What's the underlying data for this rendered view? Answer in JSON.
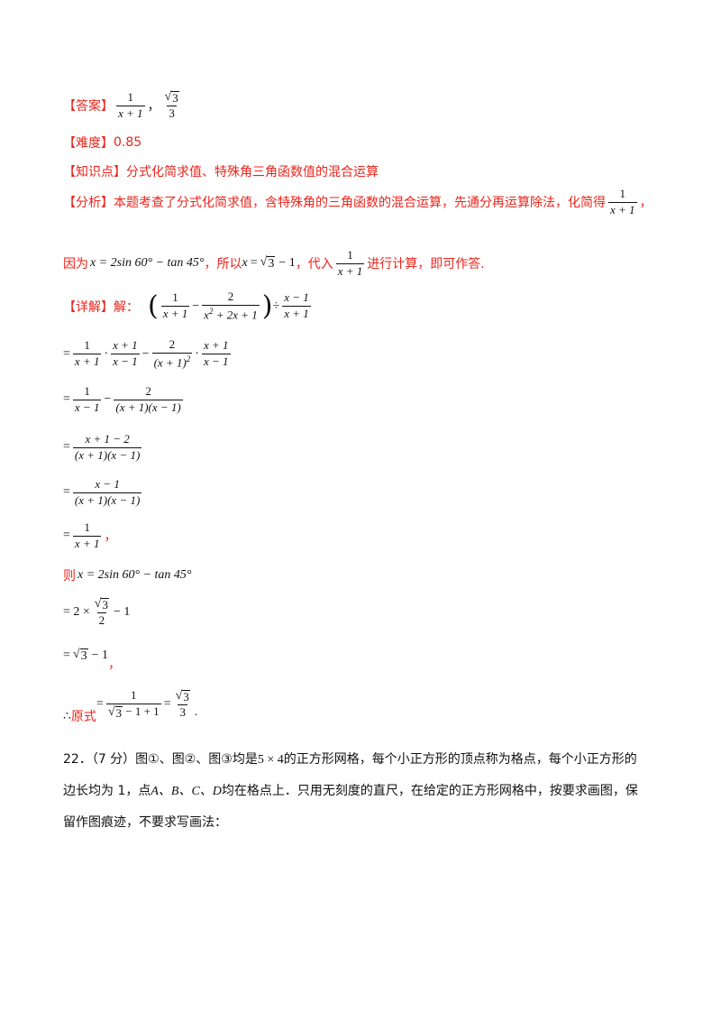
{
  "answer": {
    "label": "【答案】",
    "frac1": {
      "num": "1",
      "den": "x + 1"
    },
    "sep": "，",
    "frac2": {
      "num_root": "3",
      "den": "3"
    }
  },
  "difficulty": {
    "label": "【难度】",
    "value": "0.85"
  },
  "knowledge": {
    "label": "【知识点】",
    "value": "分式化简求值、特殊角三角函数值的混合运算"
  },
  "analysis": {
    "label": "【分析】",
    "text1": "本题考查了分式化简求值，含特殊角的三角函数的混合运算，先通分再运算除法，化简得",
    "frac": {
      "num": "1",
      "den": "x + 1"
    },
    "text1_end": "，",
    "text2a": "因为",
    "expr_x": "x = 2sin 60° − tan 45°",
    "text2b": "，所以",
    "x_var": "x",
    "eq": "=",
    "root": "3",
    "minus_one": "− 1",
    "text2c": "，代入",
    "frac2": {
      "num": "1",
      "den": "x + 1"
    },
    "text2d": "进行计算，即可作答."
  },
  "detail": {
    "label": "【详解】",
    "solve": "解：",
    "line0": {
      "f1": {
        "num": "1",
        "den": "x + 1"
      },
      "minus": "−",
      "f2": {
        "num": "2",
        "den_base": "x",
        "den_exp": "2",
        "den_rest": " + 2x + 1"
      },
      "div": "÷",
      "f3": {
        "num": "x − 1",
        "den": "x + 1"
      }
    },
    "line1": {
      "eq": "=",
      "f1": {
        "num": "1",
        "den": "x + 1"
      },
      "dot": "·",
      "f2": {
        "num": "x + 1",
        "den": "x − 1"
      },
      "minus": "−",
      "f3": {
        "num": "2",
        "den_base": "(x + 1)",
        "den_exp": "2"
      },
      "dot2": "·",
      "f4": {
        "num": "x + 1",
        "den": "x − 1"
      }
    },
    "line2": {
      "eq": "=",
      "f1": {
        "num": "1",
        "den": "x − 1"
      },
      "minus": "−",
      "f2": {
        "num": "2",
        "den": "(x + 1)(x − 1)"
      }
    },
    "line3": {
      "eq": "=",
      "f": {
        "num": "x + 1 − 2",
        "den": "(x + 1)(x − 1)"
      }
    },
    "line4": {
      "eq": "=",
      "f": {
        "num": "x − 1",
        "den": "(x + 1)(x − 1)"
      }
    },
    "line5": {
      "eq": "=",
      "f": {
        "num": "1",
        "den": "x + 1"
      },
      "end": "，"
    },
    "line6": {
      "ze": "则",
      "expr": "x = 2sin 60° − tan 45°"
    },
    "line7": {
      "eq": "= 2 ×",
      "f_root": "3",
      "f_den": "2",
      "rest": "− 1"
    },
    "line8": {
      "eq": "=",
      "root": "3",
      "rest": "− 1",
      "end": "，"
    },
    "line9": {
      "therefore": "∴",
      "label": "原式",
      "eq": "=",
      "f1": {
        "num": "1",
        "den_root": "3",
        "den_rest": " − 1 + 1"
      },
      "eq2": "=",
      "f2": {
        "num_root": "3",
        "den": "3"
      },
      "end": "."
    }
  },
  "problem22": {
    "line1a": "22．（7 分）图①、图②、图③均是",
    "grid": "5 × 4",
    "line1b": "的正方形网格，每个小正方形的顶点称为格点，每个小正方形的",
    "line2a": "边长均为 1，点",
    "points": "A、B、C、D",
    "line2b": "均在格点上．只用无刻度的直尺，在给定的正方形网格中，按要求画图，保",
    "line3": "留作图痕迹，不要求写画法："
  }
}
